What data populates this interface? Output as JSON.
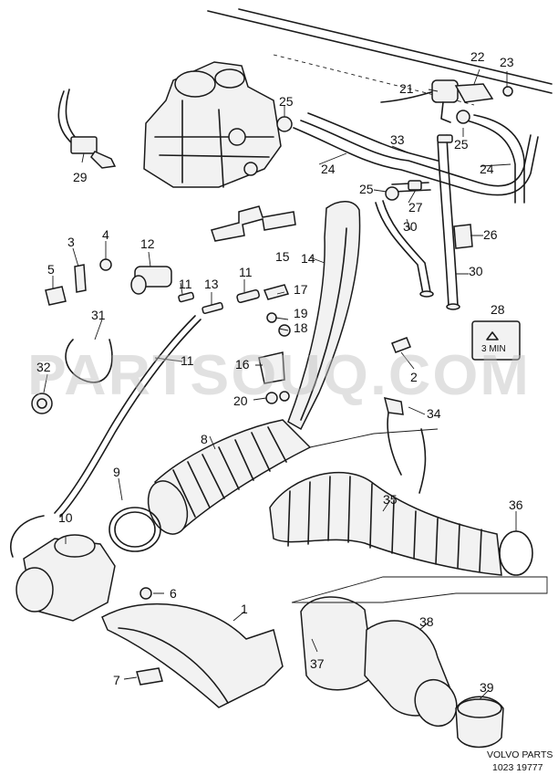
{
  "diagram": {
    "watermark": "PARTSOUQ.COM",
    "footer_brand": "VOLVO PARTS",
    "footer_codes": "1023 19777",
    "badge_text": "3 MIN",
    "callouts": [
      "1",
      "2",
      "3",
      "4",
      "5",
      "6",
      "7",
      "8",
      "9",
      "10",
      "11",
      "11",
      "11",
      "12",
      "13",
      "14",
      "15",
      "16",
      "17",
      "18",
      "19",
      "20",
      "21",
      "22",
      "23",
      "24",
      "24",
      "25",
      "25",
      "25",
      "26",
      "27",
      "28",
      "29",
      "30",
      "30",
      "31",
      "32",
      "33",
      "34",
      "35",
      "36",
      "37",
      "38",
      "39"
    ]
  }
}
